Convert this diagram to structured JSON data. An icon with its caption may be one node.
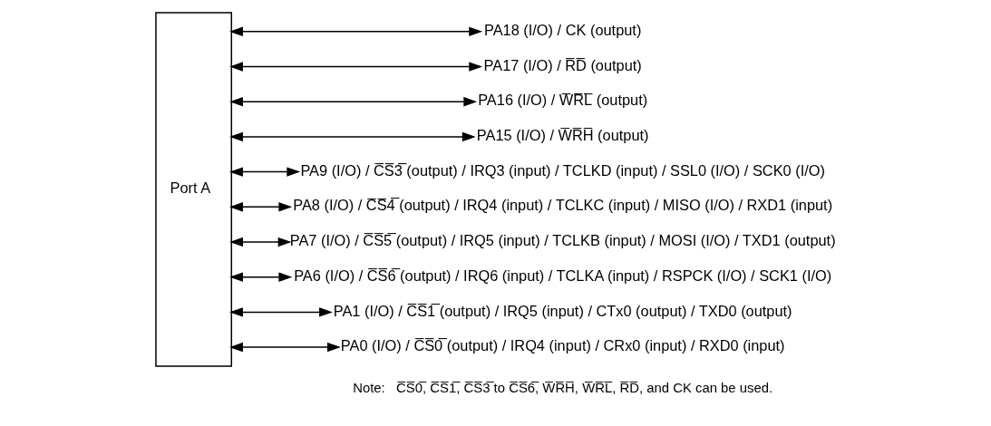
{
  "diagram": {
    "nodes": [
      {
        "text": [
          "Port A"
        ]
      },
      {
        "text": [
          "PA18 (I/O) / CK (output)"
        ]
      },
      {
        "text": [
          "PA17 (I/O) / R̅D̅ (output)"
        ]
      },
      {
        "text": [
          "PA16 (I/O) / W̅R̅L̅ (output)"
        ]
      },
      {
        "text": [
          "PA15 (I/O) / W̅R̅H̅ (output)"
        ]
      },
      {
        "text": [
          "PA9 (I/O) / C̅S̅3̅ (output) / IRQ3 (input) / TCLKD (input) / SSL0 (I/O) / SCK0 (I/O)"
        ]
      },
      {
        "text": [
          "PA8 (I/O) / C̅S̅4̅ (output) / IRQ4 (input) / TCLKC (input) / MISO (I/O) / RXD1 (input)"
        ]
      },
      {
        "text": [
          "PA7 (I/O) / C̅S̅5̅ (output) / IRQ5 (input) / TCLKB (input) / MOSI (I/O) / TXD1 (output)"
        ]
      },
      {
        "text": [
          "PA6 (I/O) / C̅S̅6̅ (output) / IRQ6 (input) / TCLKA (input) / RSPCK (I/O) / SCK1 (I/O)"
        ]
      },
      {
        "text": [
          "PA1 (I/O) / C̅S̅1̅ (output) / IRQ5 (input) / CTx0 (output) / TXD0 (output)"
        ]
      },
      {
        "text": [
          "PA0 (I/O) / C̅S̅0̅ (output) / IRQ4 (input) / CRx0 (input) / RXD0 (input)"
        ]
      }
    ],
    "edges": [
      {
        "from": 0,
        "to": 1,
        "arrow": "both"
      },
      {
        "from": 0,
        "to": 2,
        "arrow": "both"
      },
      {
        "from": 0,
        "to": 3,
        "arrow": "both"
      },
      {
        "from": 0,
        "to": 4,
        "arrow": "both"
      },
      {
        "from": 0,
        "to": 5,
        "arrow": "both"
      },
      {
        "from": 0,
        "to": 6,
        "arrow": "both"
      },
      {
        "from": 0,
        "to": 7,
        "arrow": "both"
      },
      {
        "from": 0,
        "to": 8,
        "arrow": "both"
      },
      {
        "from": 0,
        "to": 9,
        "arrow": "both"
      },
      {
        "from": 0,
        "to": 10,
        "arrow": "both"
      }
    ],
    "labels": [
      "Note:   C̅S̅0̅, C̅S̅1̅, C̅S̅3̅ to C̅S̅6̅, W̅R̅H̅, W̅R̅L̅, R̅D̅, and CK can be used."
    ]
  }
}
